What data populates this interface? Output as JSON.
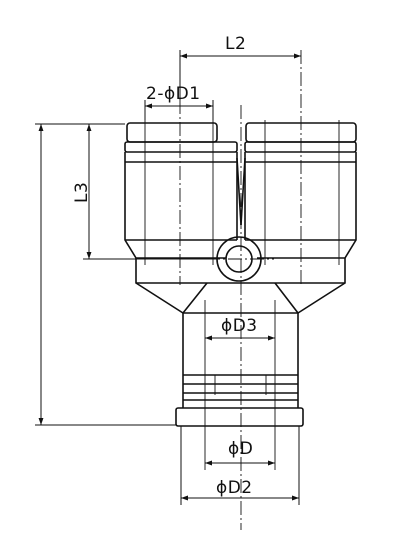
{
  "drawing": {
    "labels": {
      "l2": "L2",
      "d1": "2-ϕD1",
      "l3": "L3",
      "d3": "ϕD3",
      "d": "ϕD",
      "d2": "ϕD2"
    },
    "colors": {
      "line": "#111111",
      "background": "#ffffff"
    }
  }
}
